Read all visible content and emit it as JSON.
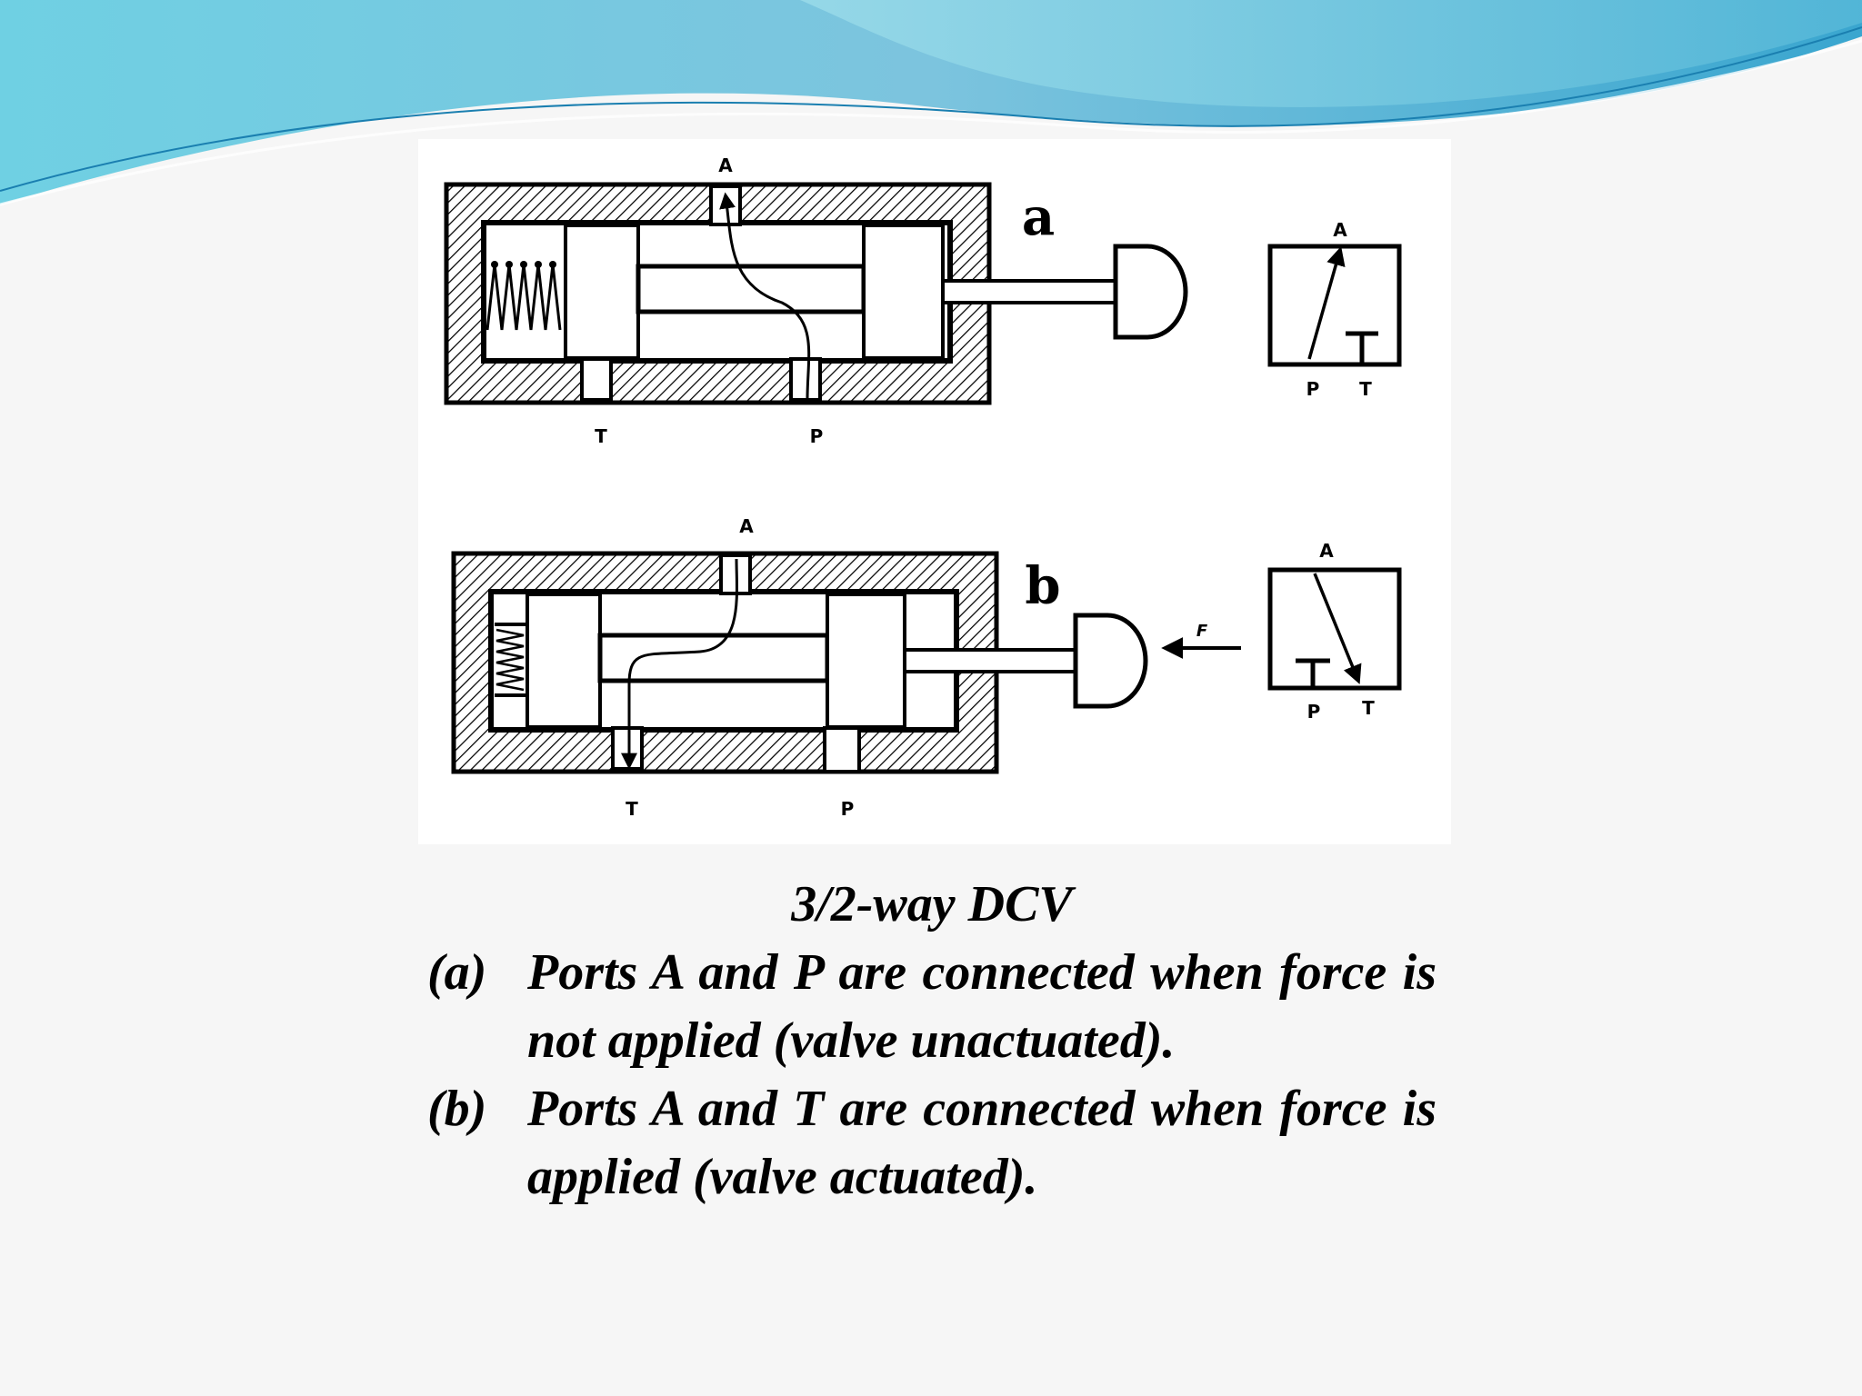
{
  "theme": {
    "banner_light": "#a8e4ee",
    "banner_mid": "#5fc7dd",
    "banner_dark": "#2f9fc5",
    "background": "#f6f6f6"
  },
  "diagram": {
    "valve_a": {
      "figure_label": "a",
      "port_top": "A",
      "port_bottom_left": "T",
      "port_bottom_right": "P",
      "symbol": {
        "port_top": "A",
        "port_bottom_left": "P",
        "port_bottom_right": "T"
      }
    },
    "valve_b": {
      "figure_label": "b",
      "port_top": "A",
      "port_bottom_left": "T",
      "port_bottom_right": "P",
      "force_label": "F",
      "symbol": {
        "port_top": "A",
        "port_bottom_left": "P",
        "port_bottom_right": "T"
      }
    }
  },
  "caption": {
    "title": "3/2-way DCV",
    "items": [
      {
        "marker": "(a)",
        "text": "Ports A and P are connected when force is not applied (valve unactuated)."
      },
      {
        "marker": "(b)",
        "text": "Ports A and T are connected when force is applied (valve actuated)."
      }
    ]
  }
}
